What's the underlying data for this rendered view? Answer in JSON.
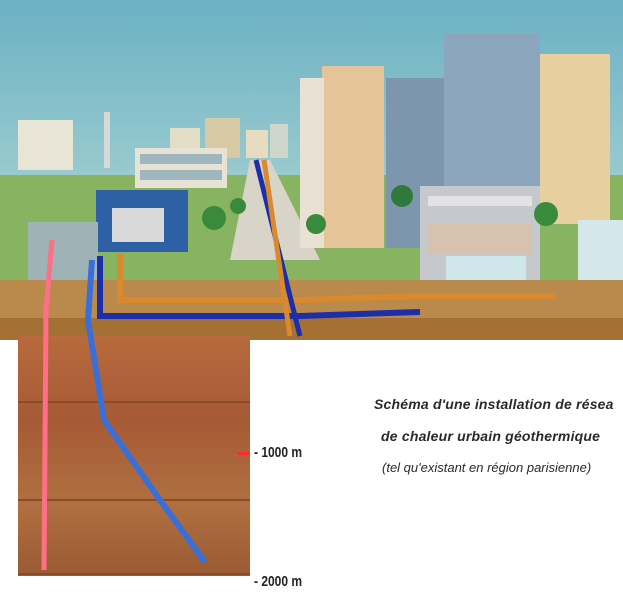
{
  "depth_labels": {
    "d1000": "- 1000 m",
    "d2000": "- 2000 m"
  },
  "caption": {
    "line1": "Schéma d'une installation de résea",
    "line2": "de chaleur urbain géothermique",
    "line3": "(tel qu'existant en région parisienne)"
  },
  "colors": {
    "sky": "#8ec3c8",
    "ground": "#c69a5a",
    "soil_upper": "#b4623a",
    "soil_mid": "#9e5734",
    "soil_lower": "#a2663c",
    "hot_pipe": "#ff6f86",
    "cold_pipe": "#3a6fd8",
    "network_orange": "#d9892e",
    "network_blue": "#1c2fa8"
  }
}
